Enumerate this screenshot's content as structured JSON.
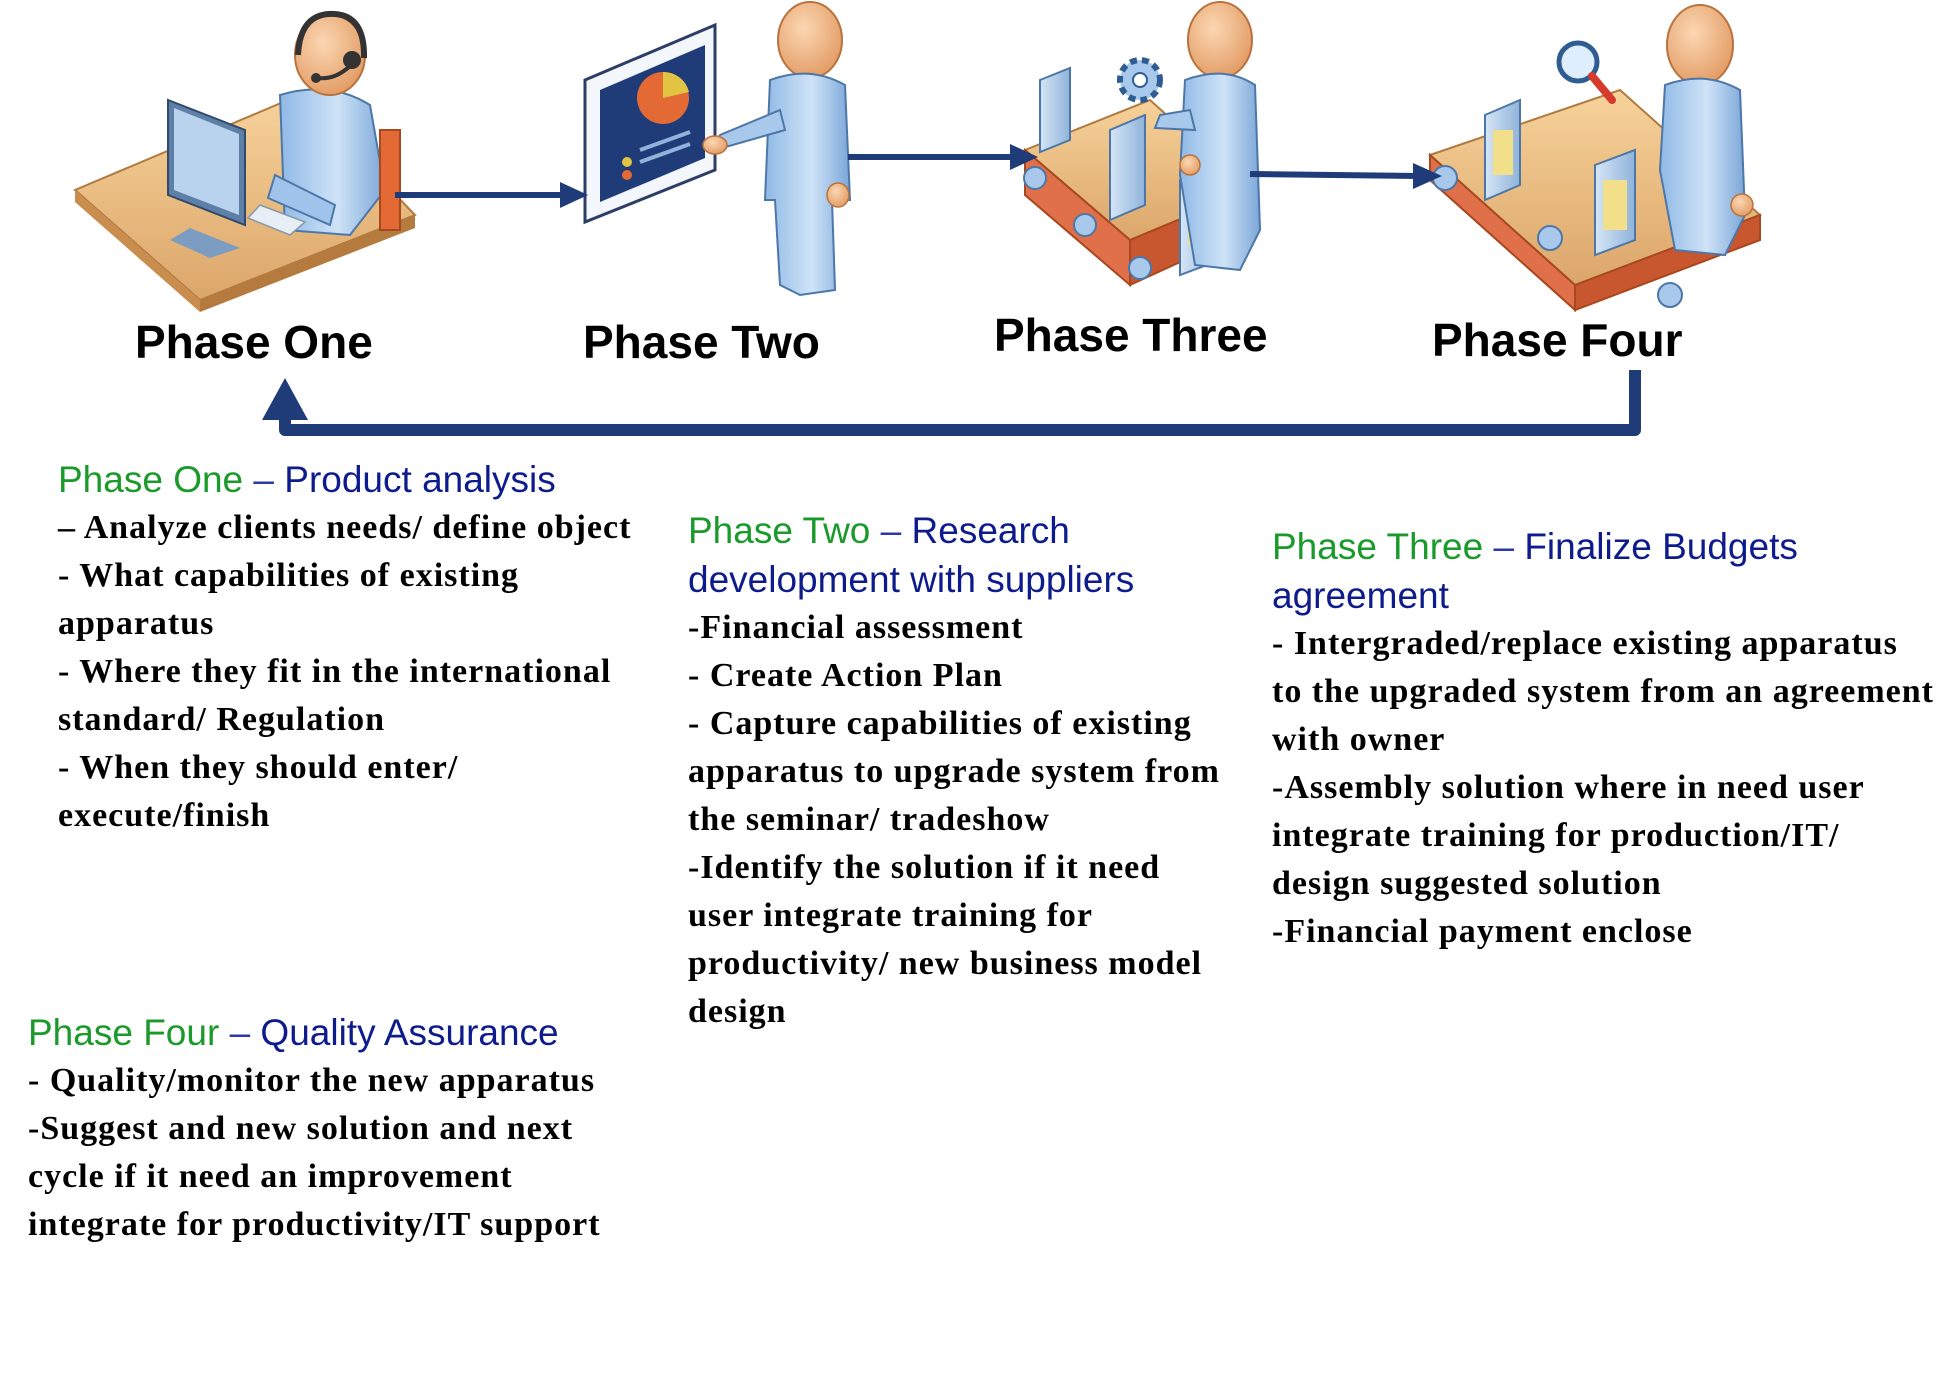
{
  "diagram": {
    "phase_labels": [
      "Phase One",
      "Phase Two",
      "Phase Three",
      "Phase Four"
    ]
  },
  "phases": [
    {
      "phase": "Phase One",
      "dash": "–",
      "title": "Product analysis",
      "items": [
        "– Analyze clients needs/ define object",
        "- What capabilities of existing apparatus",
        "- Where they fit in the international standard/ Regulation",
        "- When they should enter/ execute/finish"
      ]
    },
    {
      "phase": "Phase Two",
      "dash": "–",
      "title": "Research development with suppliers",
      "items": [
        "-Financial assessment",
        "- Create Action Plan",
        "- Capture capabilities of existing apparatus to upgrade system from the seminar/ tradeshow",
        "-Identify the solution if it need user integrate training for productivity/ new business model design"
      ]
    },
    {
      "phase": "Phase Three",
      "dash": "–",
      "title": "Finalize Budgets agreement",
      "items": [
        "- Intergraded/replace existing apparatus to the upgraded system from an agreement with owner",
        "-Assembly solution where in need user integrate training for production/IT/ design suggested solution",
        "-Financial payment enclose"
      ]
    },
    {
      "phase": "Phase Four",
      "dash": "–",
      "title": "Quality Assurance",
      "items": [
        "- Quality/monitor the new apparatus",
        "-Suggest and new solution and next cycle if it need an improvement integrate for productivity/IT support"
      ]
    }
  ],
  "colors": {
    "phase_name": "#1a9a2a",
    "phase_title": "#0d1b8c",
    "arrow": "#1f3c78",
    "figure": "#a9c9ec",
    "skin": "#f1b98c",
    "desk": "#e9b97a",
    "belt": "#e0704a"
  },
  "icons": [
    "headset-operator-icon",
    "presentation-screen-icon",
    "gear-assembly-icon",
    "magnifier-inspection-icon"
  ]
}
